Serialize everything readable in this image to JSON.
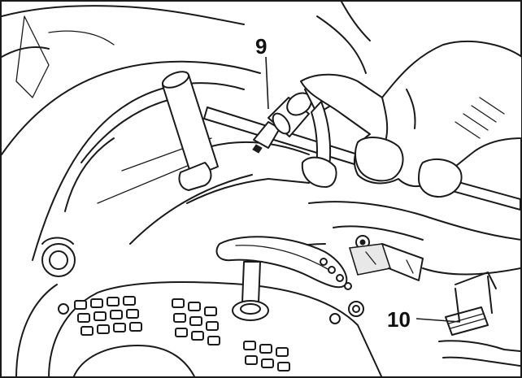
{
  "diagram": {
    "callouts": [
      {
        "id": "9",
        "text": "9"
      },
      {
        "id": "10",
        "text": "10"
      }
    ],
    "colors": {
      "ink": "#1a1a1a",
      "paper": "#ffffff"
    }
  }
}
